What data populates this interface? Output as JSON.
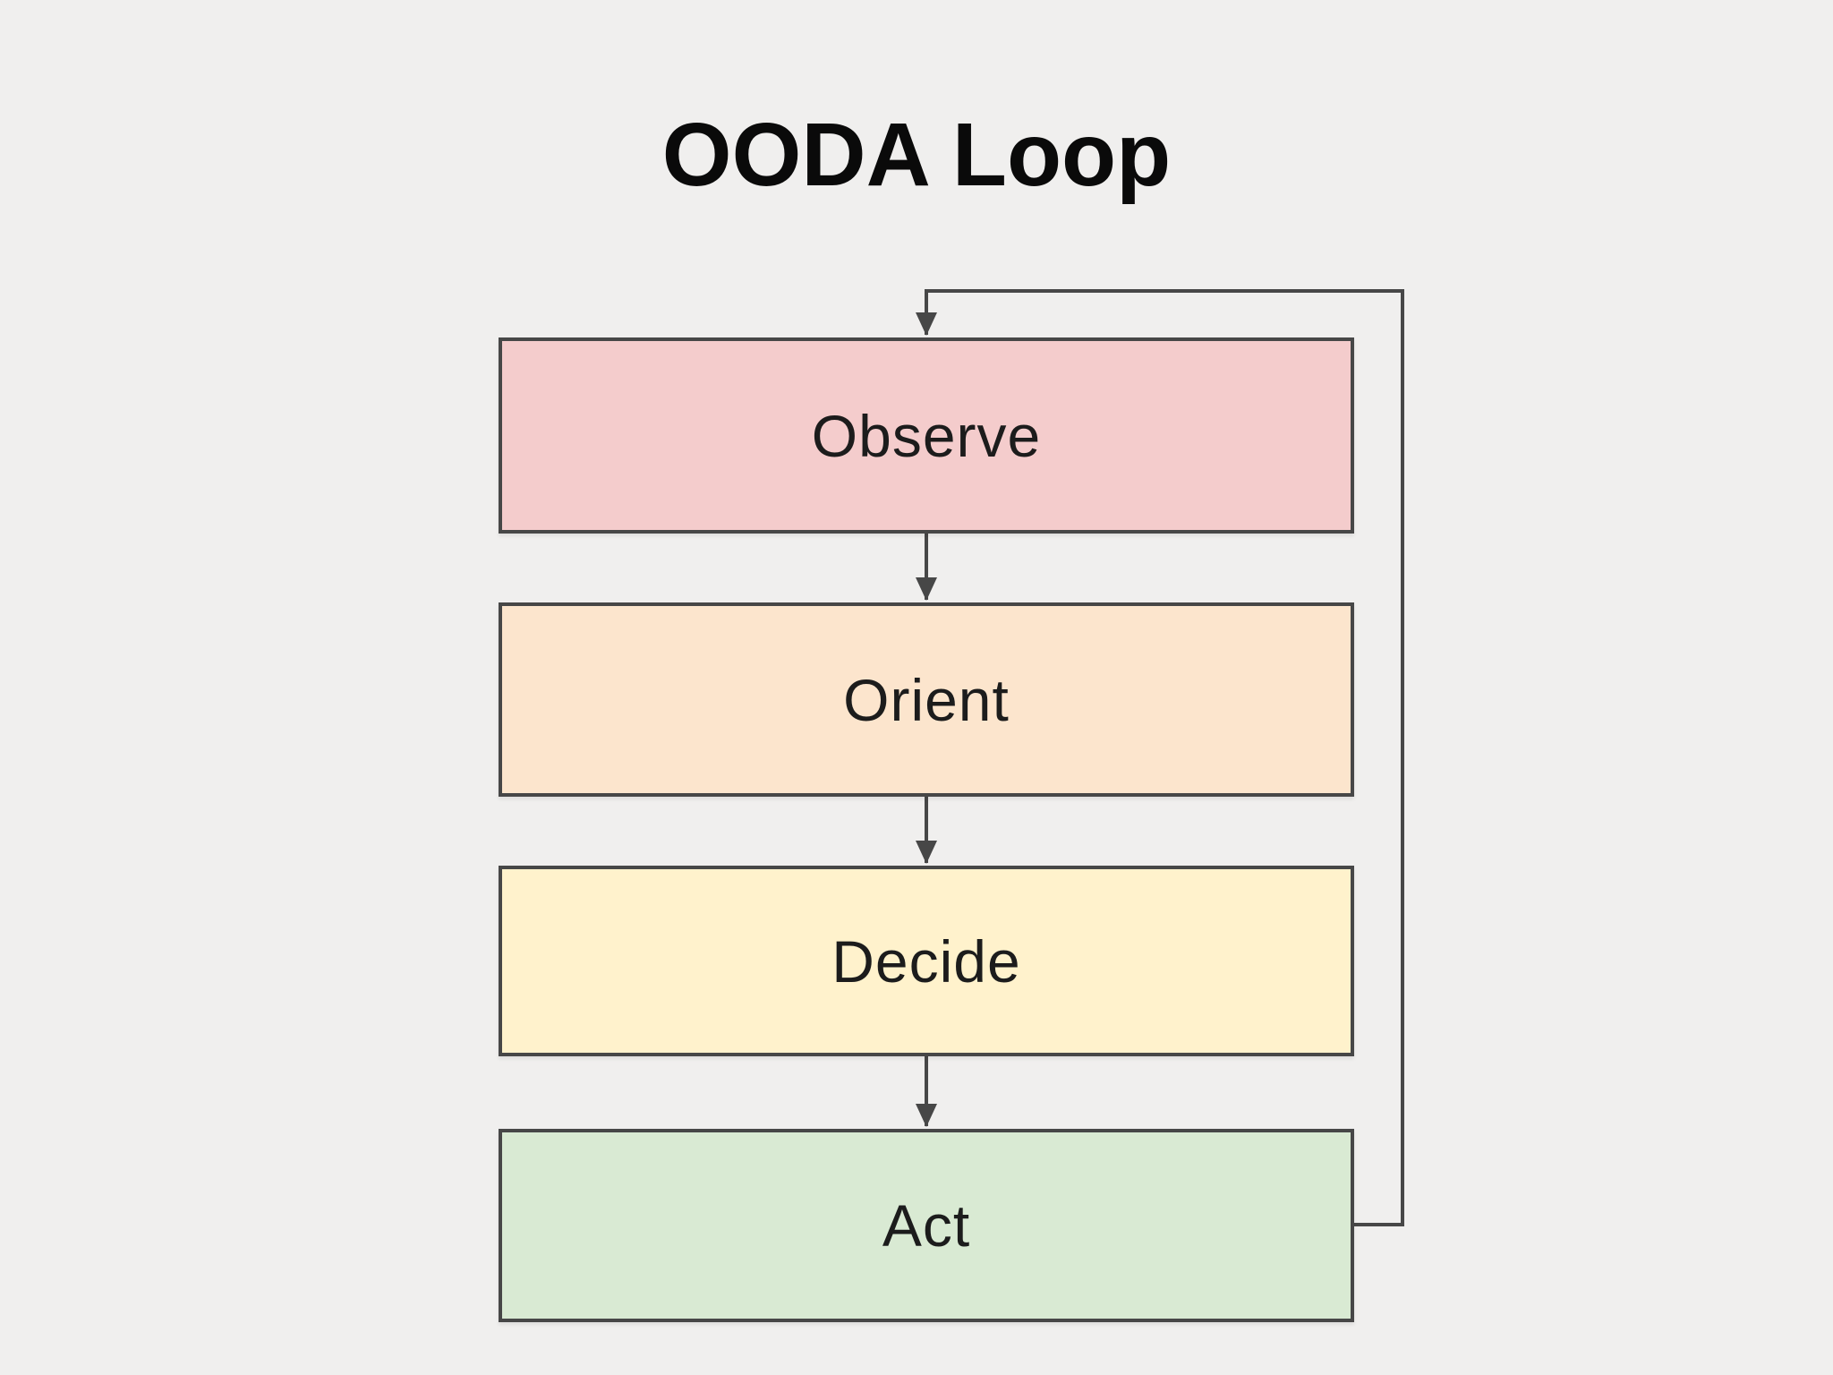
{
  "title": "OODA Loop",
  "colors": {
    "background": "#f0efee",
    "line": "#474747",
    "node_text": "#1c1c1c",
    "title_text": "#0a0a0a"
  },
  "diagram": {
    "type": "flowchart-loop",
    "nodes": [
      {
        "id": "observe",
        "label": "Observe",
        "fill": "#f4cccc"
      },
      {
        "id": "orient",
        "label": "Orient",
        "fill": "#fce5cd"
      },
      {
        "id": "decide",
        "label": "Decide",
        "fill": "#fff2cc"
      },
      {
        "id": "act",
        "label": "Act",
        "fill": "#d9ead3"
      }
    ],
    "edges": [
      {
        "from": "observe",
        "to": "orient",
        "style": "arrow-down"
      },
      {
        "from": "orient",
        "to": "decide",
        "style": "arrow-down"
      },
      {
        "from": "decide",
        "to": "act",
        "style": "arrow-down"
      },
      {
        "from": "act",
        "to": "observe",
        "style": "feedback-loop-right"
      }
    ]
  }
}
